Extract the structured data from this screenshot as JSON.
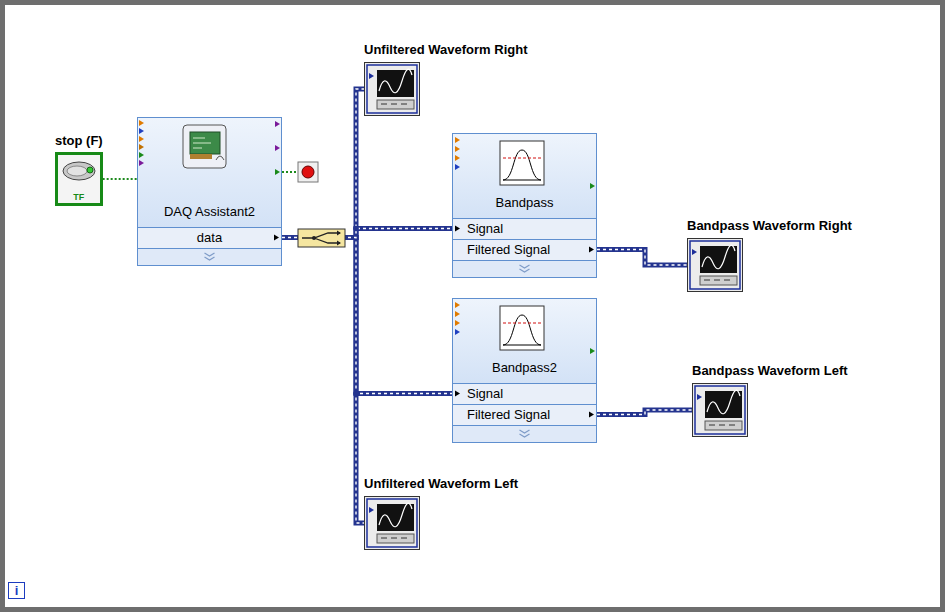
{
  "diagram": {
    "nodes": [
      {
        "text": [
          "stop (F)",
          "TF"
        ]
      },
      {
        "text": [
          "DAQ Assistant2",
          "data"
        ]
      },
      {
        "text": [
          "Unfiltered Waveform Right"
        ]
      },
      {
        "text": [
          "Bandpass",
          "Signal",
          "Filtered Signal"
        ]
      },
      {
        "text": [
          "Bandpass Waveform Right"
        ]
      },
      {
        "text": [
          "Bandpass2",
          "Signal",
          "Filtered Signal"
        ]
      },
      {
        "text": [
          "Bandpass Waveform Left"
        ]
      },
      {
        "text": [
          "Unfiltered Waveform Left"
        ]
      },
      {
        "text": [
          "i"
        ]
      }
    ],
    "edges": [
      {
        "from": 0,
        "to": 1,
        "arrow": "none"
      },
      {
        "from": 1,
        "to": 2,
        "arrow": "none"
      },
      {
        "from": 1,
        "to": 3,
        "arrow": "none"
      },
      {
        "from": 3,
        "to": 4,
        "arrow": "none"
      },
      {
        "from": 1,
        "to": 5,
        "arrow": "none"
      },
      {
        "from": 5,
        "to": 6,
        "arrow": "none"
      },
      {
        "from": 1,
        "to": 7,
        "arrow": "none"
      }
    ]
  }
}
